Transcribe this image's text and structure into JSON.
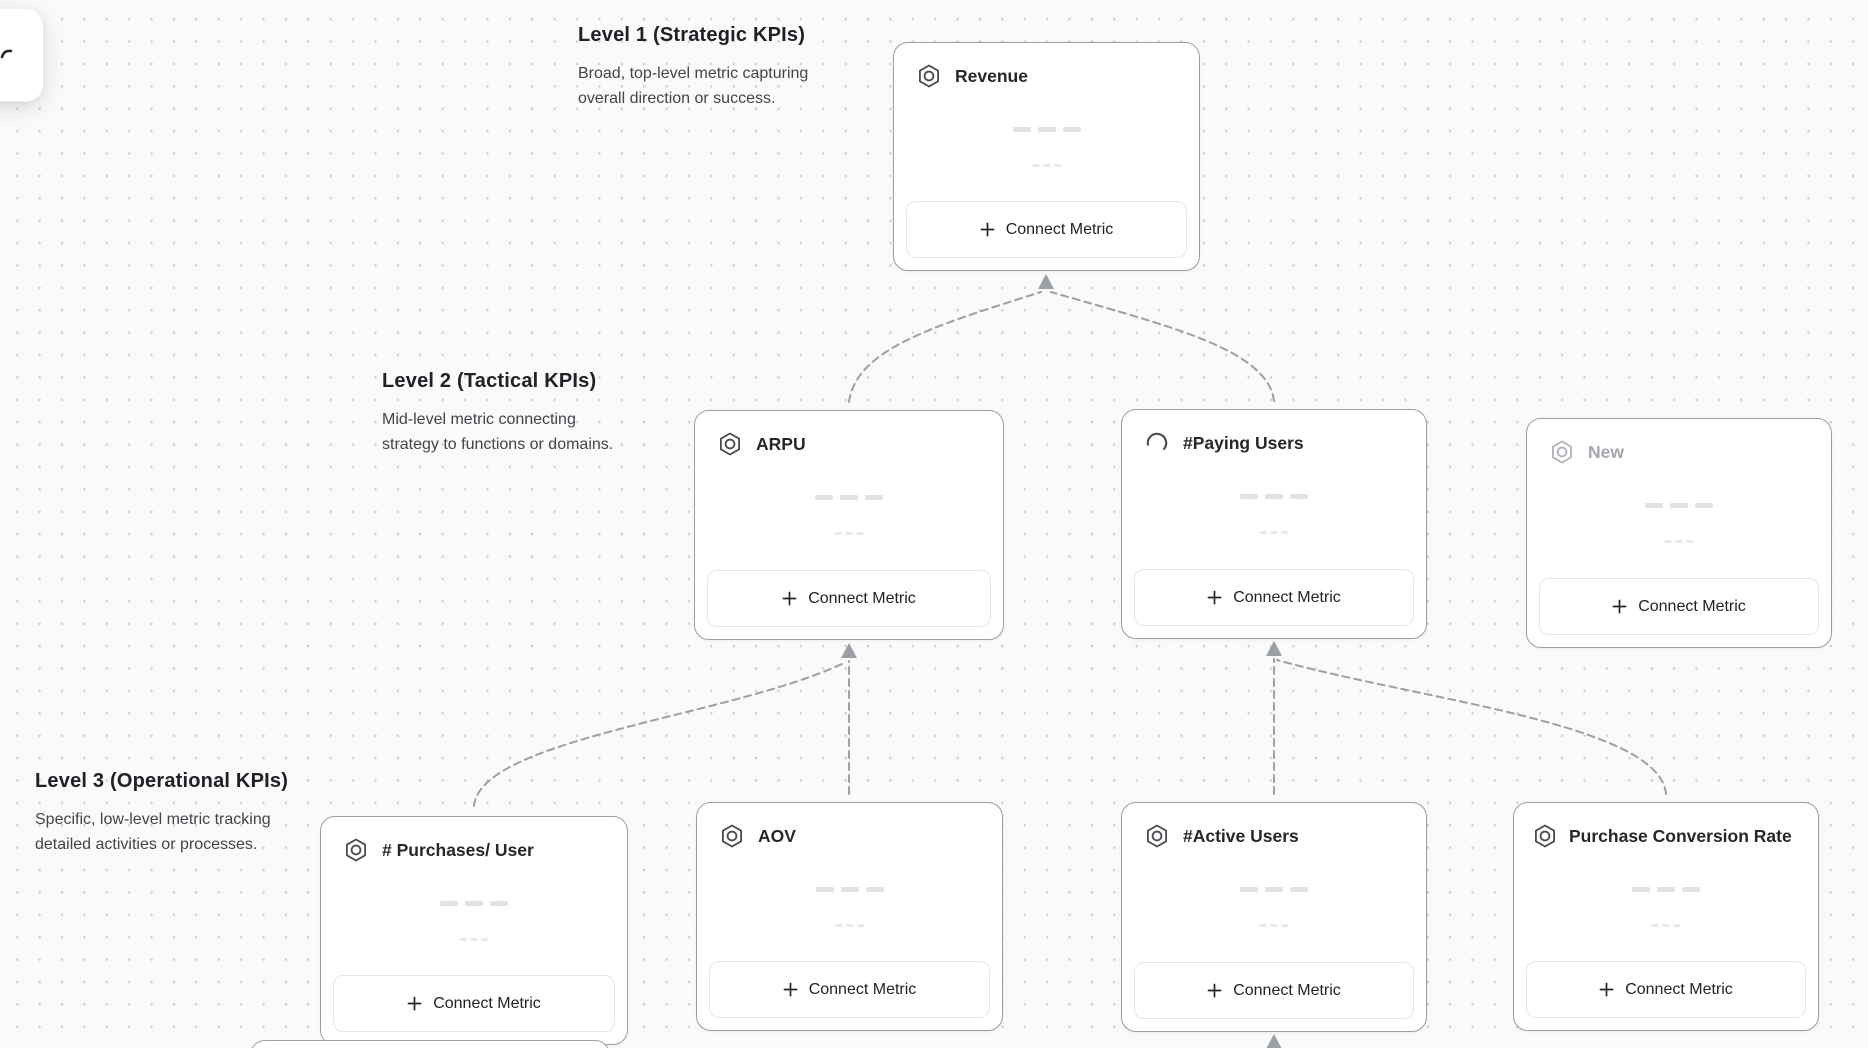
{
  "canvas": {
    "background_color": "#fafafa",
    "dot_color": "#cfcfd4"
  },
  "colors": {
    "card_border": "#9aa0a6",
    "connector": "#9aa0a6",
    "title_text": "#26272b",
    "placeholder_text": "#a6a6ae",
    "skeleton_bar": "#e2e2e6",
    "button_border": "#e6e6e9"
  },
  "ui": {
    "connect_metric_label": "Connect Metric"
  },
  "levels": [
    {
      "title": "Level 1 (Strategic KPIs)",
      "desc_line1": "Broad, top-level metric capturing",
      "desc_line2": "overall direction or success."
    },
    {
      "title": "Level 2 (Tactical KPIs)",
      "desc_line1": "Mid-level metric connecting",
      "desc_line2": "strategy to functions or domains."
    },
    {
      "title": "Level 3 (Operational KPIs)",
      "desc_line1": "Specific, low-level metric tracking",
      "desc_line2": "detailed activities or processes."
    }
  ],
  "nodes": [
    {
      "title": "Revenue",
      "icon": "hexagon-nut-icon",
      "state": "default",
      "level": 1
    },
    {
      "title": "ARPU",
      "icon": "hexagon-nut-icon",
      "state": "default",
      "level": 2
    },
    {
      "title": "#Paying Users",
      "icon": "spinner-icon",
      "state": "loading",
      "level": 2
    },
    {
      "title": "New",
      "icon": "hexagon-nut-icon",
      "state": "placeholder",
      "level": 2
    },
    {
      "title": "# Purchases/ User",
      "icon": "hexagon-nut-icon",
      "state": "default",
      "level": 3
    },
    {
      "title": "AOV",
      "icon": "hexagon-nut-icon",
      "state": "default",
      "level": 3
    },
    {
      "title": "#Active Users",
      "icon": "hexagon-nut-icon",
      "state": "default",
      "level": 3
    },
    {
      "title": "Purchase Conversion Rate",
      "icon": "hexagon-nut-icon",
      "state": "default",
      "level": 3
    }
  ]
}
